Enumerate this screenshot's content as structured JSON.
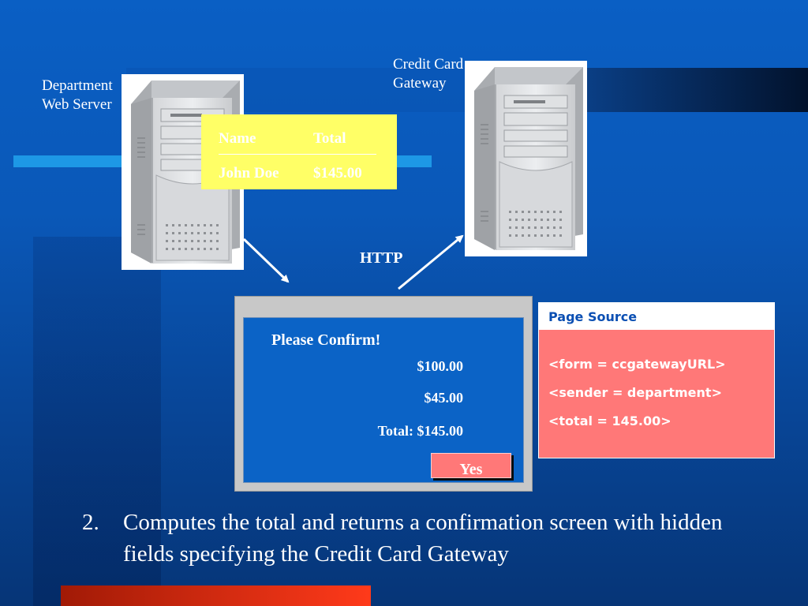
{
  "department_label": [
    "Department",
    "Web Server"
  ],
  "gateway_label": [
    "Credit Card",
    "Gateway"
  ],
  "order_table": {
    "headers": [
      "Name",
      "Total"
    ],
    "row": [
      "John Doe",
      "$145.00"
    ]
  },
  "http_label": "HTTP",
  "confirm_dialog": {
    "title": "Please Confirm!",
    "amounts": [
      "$100.00",
      "$45.00",
      "Total: $145.00"
    ],
    "yes_button": "Yes"
  },
  "page_source": {
    "title": "Page Source",
    "lines": [
      "<form = ccgatewayURL>",
      "<sender = department>",
      "<total = 145.00>"
    ]
  },
  "caption": {
    "number": "2.",
    "text": "Computes the total and returns a confirmation screen with hidden fields specifying the Credit Card Gateway"
  },
  "colors": {
    "background": "#0a5fc4",
    "table_yellow": "#ffff66",
    "source_pink": "#ff7878",
    "button_pink": "#ff7878"
  }
}
